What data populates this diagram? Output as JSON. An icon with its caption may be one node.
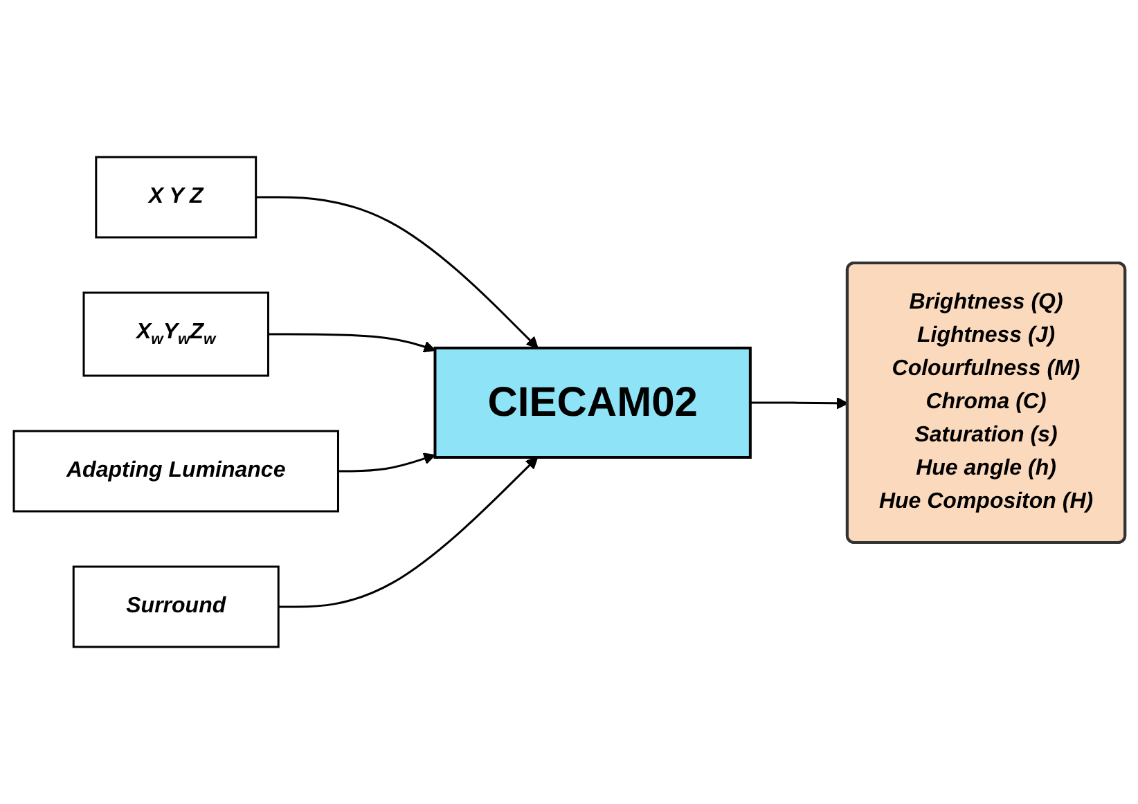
{
  "diagram": {
    "nodes": [
      {
        "text": [
          "X Y Z"
        ]
      },
      {
        "text": [
          "CIECAM02"
        ]
      },
      {
        "text": [
          "Brightness (Q)",
          "Lightness (J)",
          "Colourfulness (M)",
          "Chroma (C)",
          "Saturation (s)",
          "Hue angle (h)",
          "Hue Compositon (H)"
        ]
      },
      {
        "text": [
          "X$_{w}$Y$_{w}$Z$_{w}$"
        ]
      },
      {
        "text": [
          "Adapting Luminance"
        ]
      },
      {
        "text": [
          "Surround"
        ]
      }
    ],
    "edges": [
      {
        "from": 0,
        "to": 1,
        "arrow": "to"
      },
      {
        "from": 1,
        "to": 2,
        "arrow": "to"
      },
      {
        "from": 3,
        "to": 1,
        "arrow": "to"
      },
      {
        "from": 4,
        "to": 1,
        "arrow": "to"
      },
      {
        "from": 5,
        "to": 1,
        "arrow": "to"
      }
    ]
  }
}
